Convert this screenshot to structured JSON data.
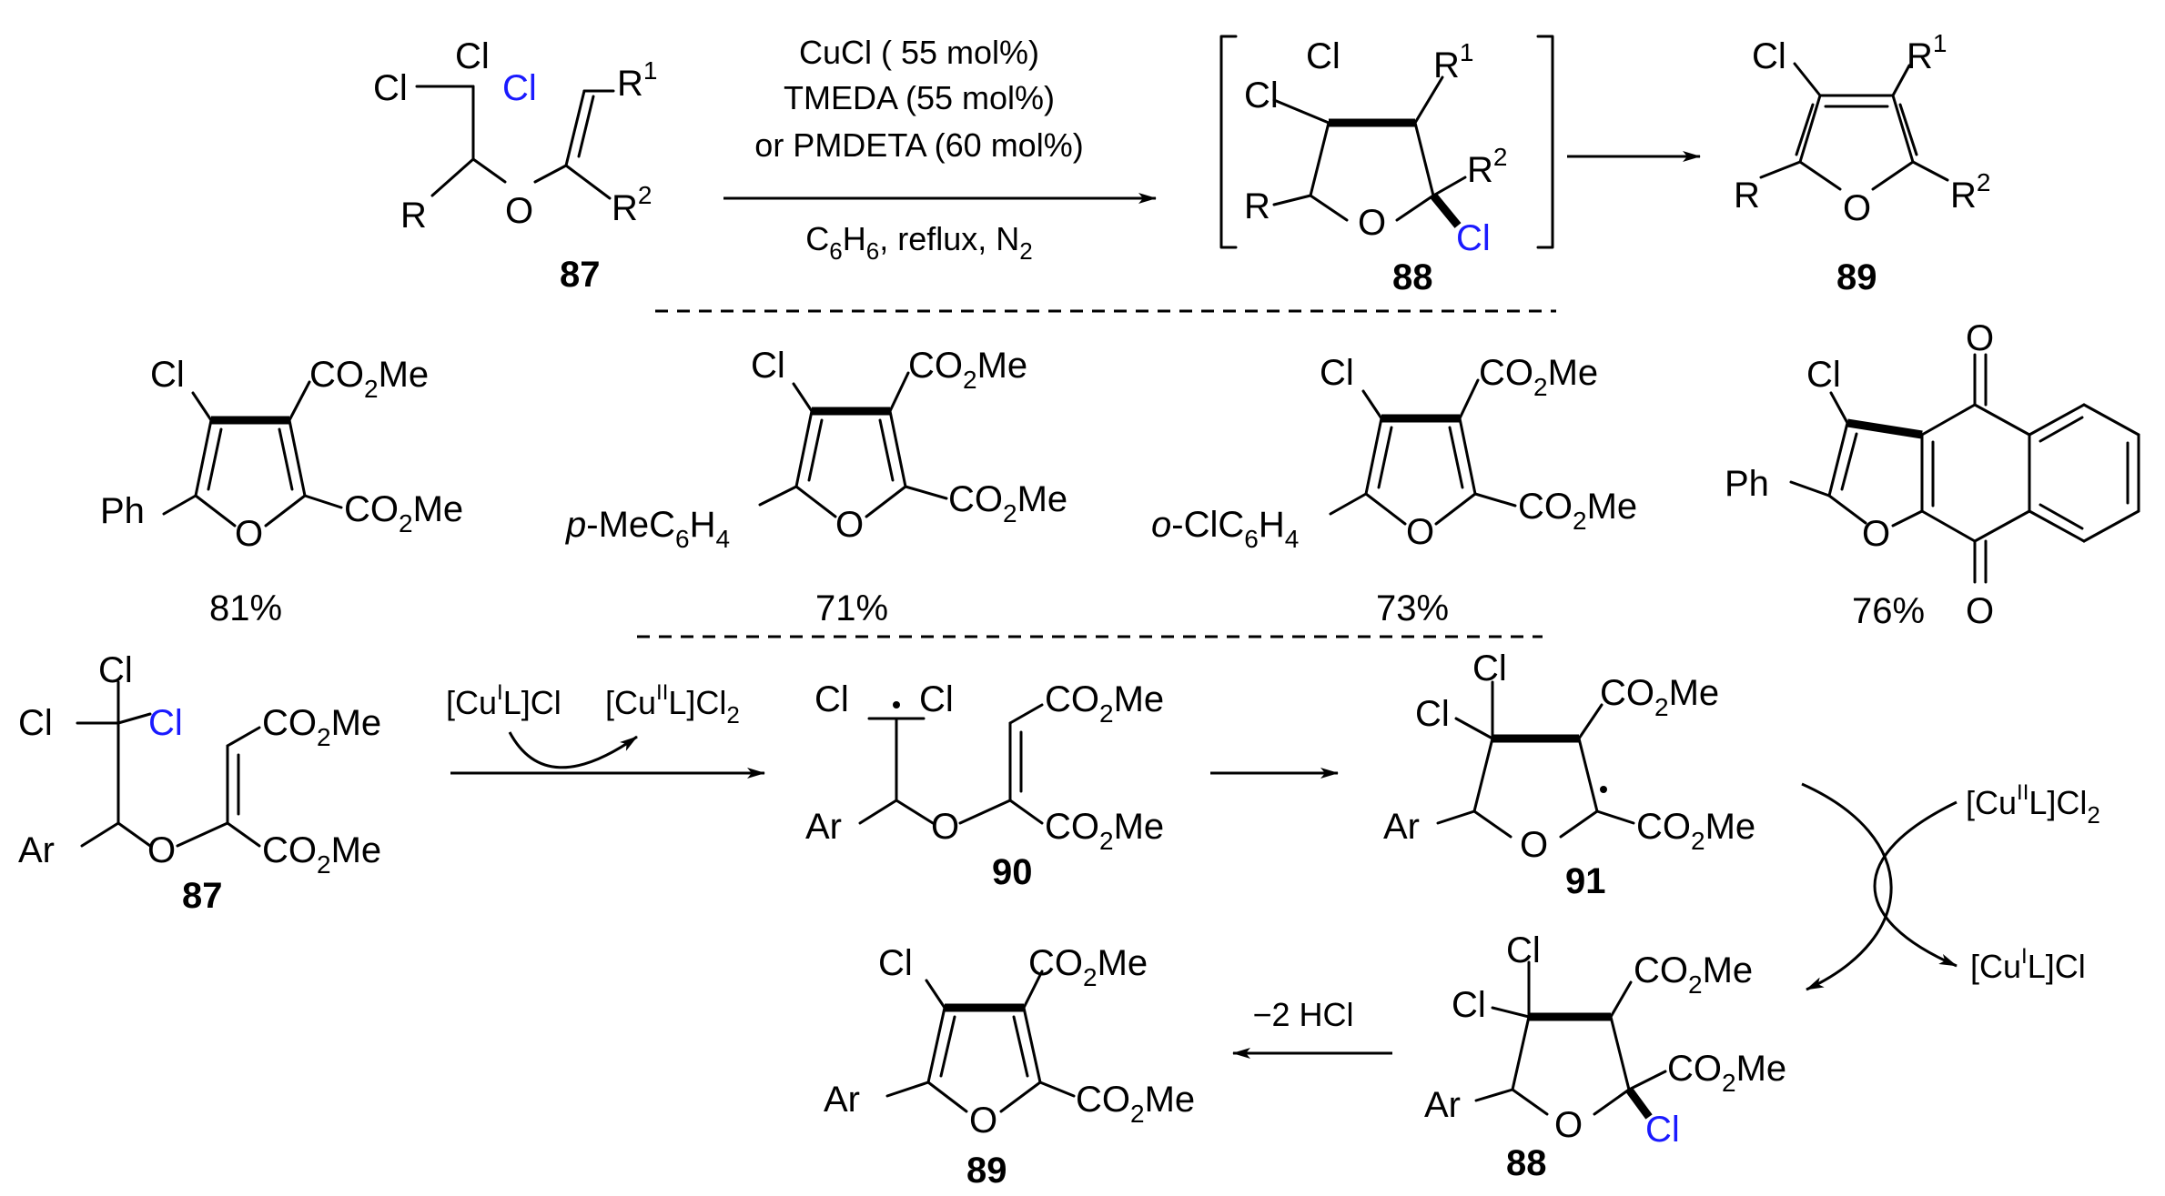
{
  "atoms": {
    "cl": "Cl",
    "o": "O",
    "r": "R",
    "r1": "R",
    "r1_sup": "1",
    "r2": "R",
    "r2_sup": "2",
    "ar": "Ar",
    "ph": "Ph",
    "co2me_a": "CO",
    "co2me_sub": "2",
    "co2me_b": "Me",
    "p_tolyl": {
      "italic": "p",
      "a": "-MeC",
      "s1": "6",
      "b": "H",
      "s2": "4"
    },
    "o_clphenyl": {
      "italic": "o",
      "a": "-ClC",
      "s1": "6",
      "b": "H",
      "s2": "4"
    }
  },
  "colors": {
    "highlight_cl": "#1a1aff",
    "ink": "#000000"
  },
  "compounds": {
    "c87": "87",
    "c88": "88",
    "c89": "89",
    "c90": "90",
    "c91": "91"
  },
  "conditions": {
    "line1": "CuCl ( 55 mol%)",
    "line2": "TMEDA (55 mol%)",
    "line3": "or PMDETA (60 mol%)",
    "line4_a": "C",
    "line4_s1": "6",
    "line4_b": "H",
    "line4_s2": "6",
    "line4_c": ", reflux, N",
    "line4_s3": "2"
  },
  "yields": {
    "y1": "81%",
    "y2": "71%",
    "y3": "73%",
    "y4": "76%"
  },
  "mechanism": {
    "cu1_a": "[Cu",
    "cu1_sup": "I",
    "cu1_b": "L]Cl",
    "cu2_a": "[Cu",
    "cu2_sup": "II",
    "cu2_b": "L]Cl",
    "cu2_sub": "2",
    "minus_hcl": "−2 HCl"
  }
}
